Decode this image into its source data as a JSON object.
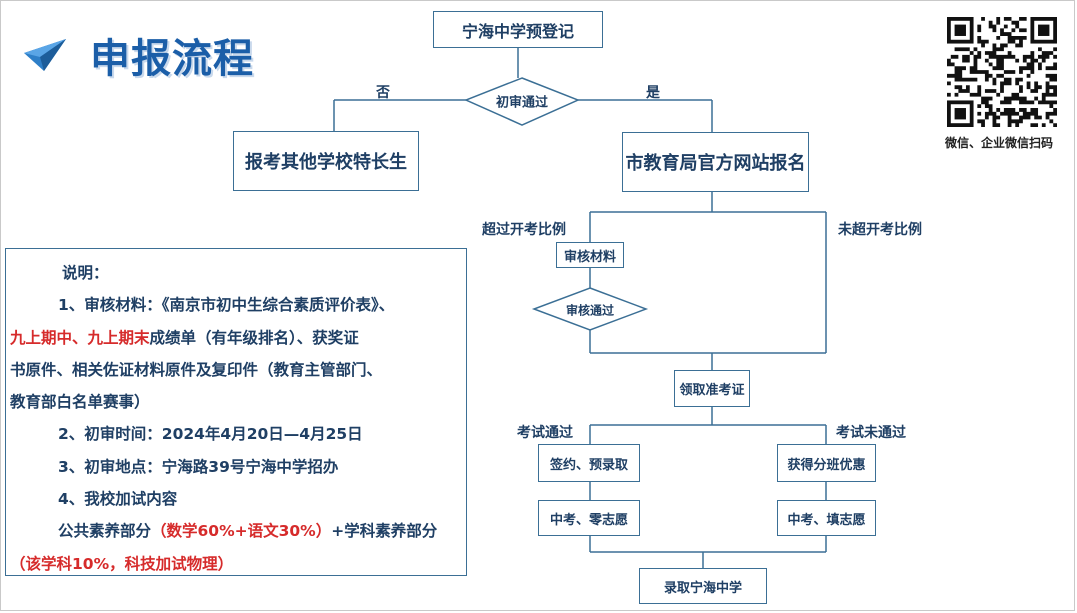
{
  "title": "申报流程",
  "qr_caption": "微信、企业微信扫码",
  "flow": {
    "start": "宁海中学预登记",
    "initial_review": "初审通过",
    "no": "否",
    "yes": "是",
    "other_school": "报考其他学校特长生",
    "online_signup": "市教育局官方网站报名",
    "over_ratio": "超过开考比例",
    "not_over_ratio": "未超开考比例",
    "review_materials": "审核材料",
    "review_passed": "审核通过",
    "get_ticket": "领取准考证",
    "exam_passed": "考试通过",
    "exam_failed": "考试未通过",
    "sign_pre_admit": "签约、预录取",
    "class_benefit": "获得分班优惠",
    "zhongkao_zero": "中考、零志愿",
    "zhongkao_fill": "中考、填志愿",
    "admitted": "录取宁海中学"
  },
  "notes": {
    "heading": "说明：",
    "item1_a": "1、审核材料：《南京市初中生综合素质评价表》、",
    "item1_red": "九上期中、九上期末",
    "item1_b": "成绩单（有年级排名）、获奖证",
    "item1_c": "书原件、相关佐证材料原件及复印件（教育主管部门、",
    "item1_d": "教育部白名单赛事）",
    "item2": "2、初审时间：2024年4月20日—4月25日",
    "item3": "3、初审地点：宁海路39号宁海中学招办",
    "item4": "4、我校加试内容",
    "item4_a": "公共素养部分",
    "item4_red1": "（数学60%+语文30%）",
    "item4_b": "+学科素养部分",
    "item4_red2": "（该学科10%，科技加试物理）"
  },
  "colors": {
    "title": "#1b5ea8",
    "border": "#3b6f95",
    "text": "#1f3f64",
    "highlight": "#d62b2b"
  }
}
